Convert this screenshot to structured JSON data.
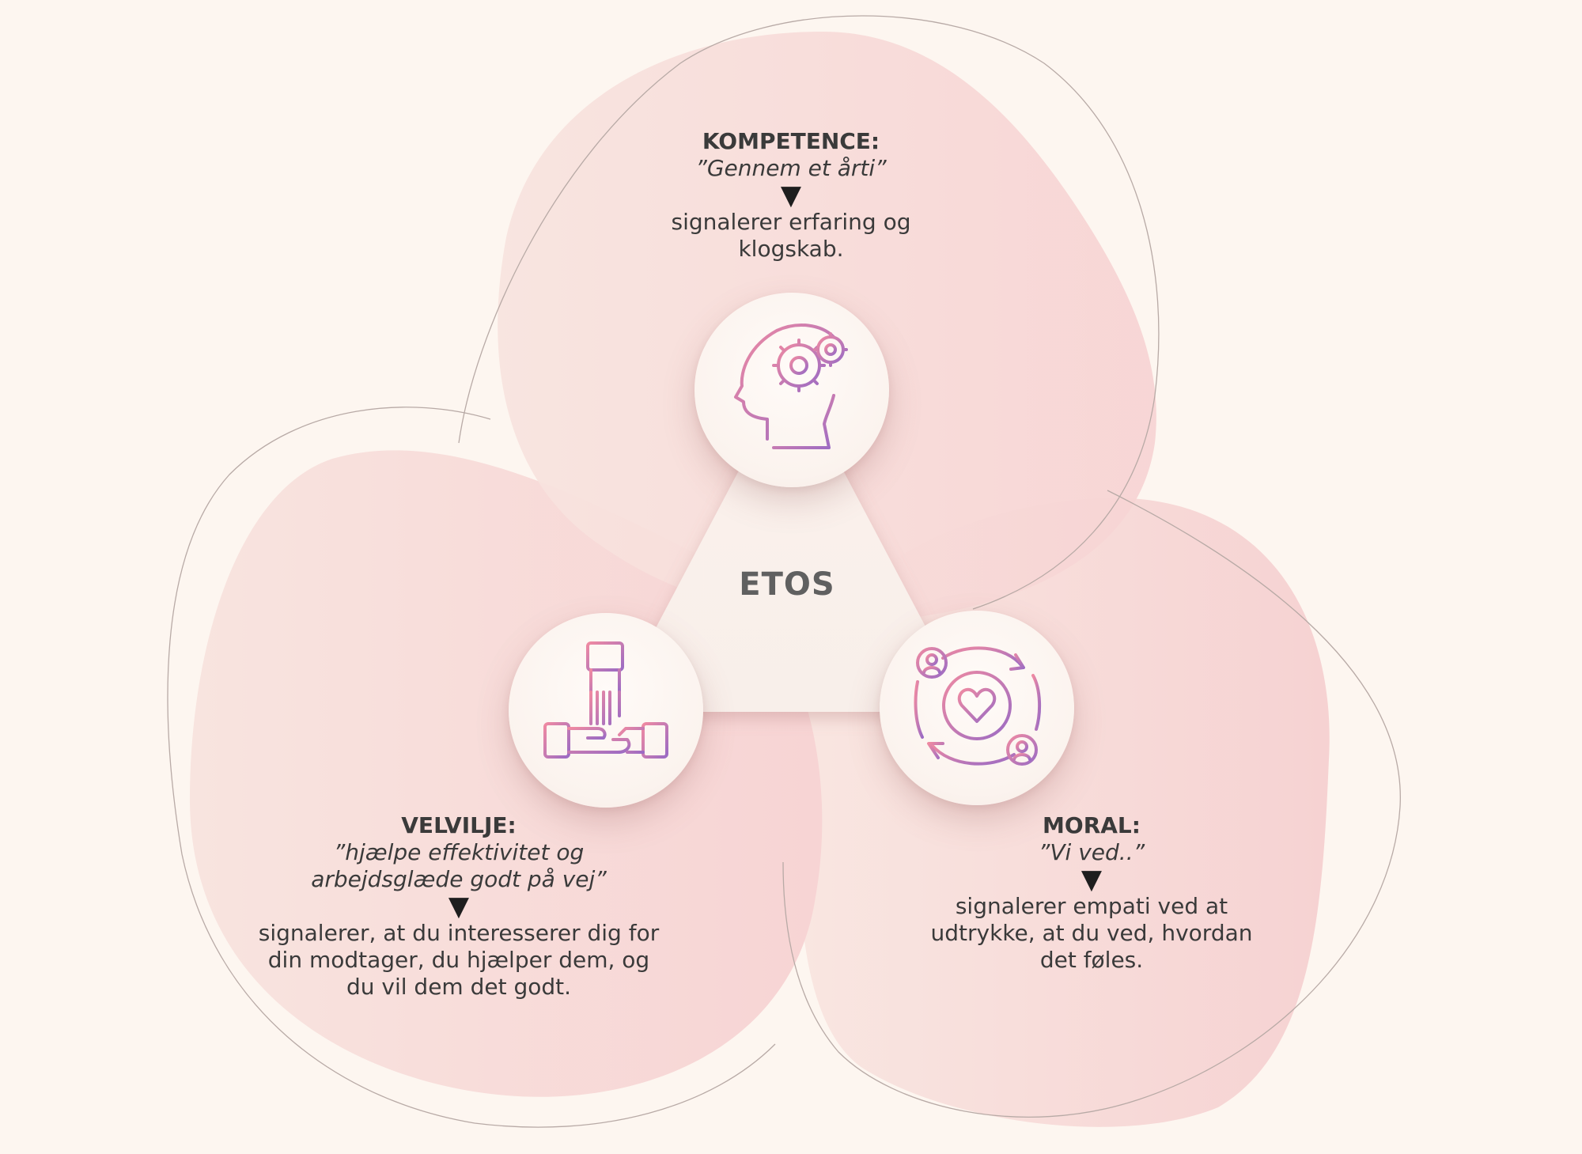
{
  "center": {
    "label": "ETOS"
  },
  "kompetence": {
    "heading": "KOMPETENCE:",
    "quote": "”Gennem et årti”",
    "arrow": "▼",
    "line1": "signalerer erfaring og",
    "line2": "klogskab.",
    "icon": "head-gears-icon"
  },
  "velvilje": {
    "heading": "VELVILJE:",
    "quote1": "”hjælpe effektivitet og",
    "quote2": "arbejdsglæde godt på vej”",
    "arrow": "▼",
    "line1": "signalerer, at du interesserer dig for",
    "line2": "din modtager, du hjælper dem, og",
    "line3": "du vil dem det godt.",
    "icon": "stacked-hands-icon"
  },
  "moral": {
    "heading": "MORAL:",
    "quote": "”Vi ved..”",
    "arrow": "▼",
    "line1": "signalerer empati ved at",
    "line2": "udtrykke, at du ved, hvordan",
    "line3": "det føles.",
    "icon": "heart-exchange-icon"
  },
  "colors": {
    "background": "#fdf6f0",
    "blob": "#f9dcd8",
    "icon_gradient_start": "#ef8aa2",
    "icon_gradient_end": "#9b6bc4"
  }
}
